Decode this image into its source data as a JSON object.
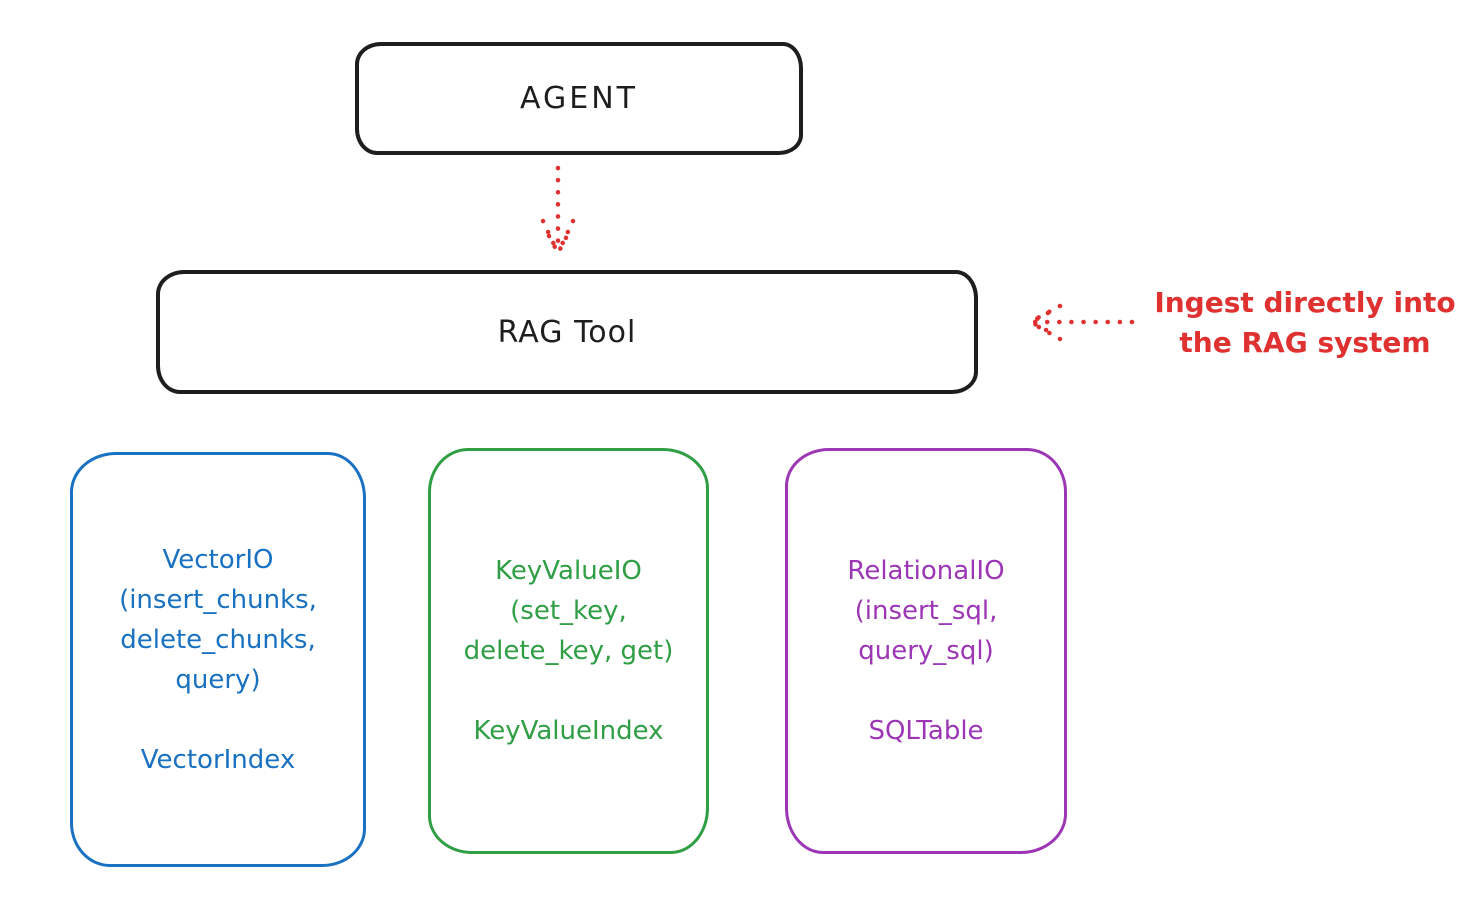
{
  "diagram": {
    "agent": {
      "label": "AGENT"
    },
    "rag_tool": {
      "label": "RAG Tool"
    },
    "annotation": {
      "line1": "Ingest directly into",
      "line2": "the RAG system"
    },
    "io_boxes": [
      {
        "id": "vector-io",
        "color": "#1971c2",
        "lines": [
          "VectorIO",
          "(insert_chunks,",
          "delete_chunks,",
          "query)"
        ],
        "index_label": "VectorIndex"
      },
      {
        "id": "keyvalue-io",
        "color": "#2f9e44",
        "lines": [
          "KeyValueIO",
          "(set_key,",
          "delete_key, get)"
        ],
        "index_label": "KeyValueIndex"
      },
      {
        "id": "relational-io",
        "color": "#9c36b5",
        "lines": [
          "RelationalIO",
          "(insert_sql,",
          "query_sql)"
        ],
        "index_label": "SQLTable"
      }
    ],
    "arrows": [
      {
        "id": "agent-to-ragtool",
        "style": "dotted",
        "color": "#e03131",
        "direction": "down"
      },
      {
        "id": "ingest-into-ragtool",
        "style": "dotted",
        "color": "#e03131",
        "direction": "left"
      }
    ],
    "colors": {
      "ink": "#1e1e1e",
      "arrow_red": "#e03131"
    }
  }
}
